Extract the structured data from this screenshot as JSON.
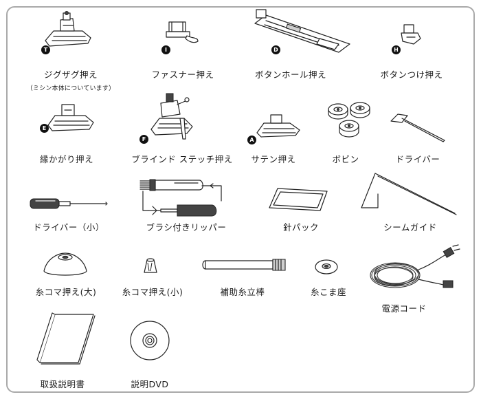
{
  "items": {
    "zigzag_foot": {
      "label": "ジグザグ押え",
      "note": "（ミシン本体についています）",
      "badge": "T"
    },
    "zipper_foot": {
      "label": "ファスナー押え",
      "badge": "I"
    },
    "buttonhole_foot": {
      "label": "ボタンホール押え",
      "badge": "D"
    },
    "button_sewing_foot": {
      "label": "ボタンつけ押え",
      "badge": "H"
    },
    "overcasting_foot": {
      "label": "縁かがり押え",
      "badge": "E"
    },
    "blind_stitch_foot": {
      "label": "ブラインド ステッチ押え",
      "badge": "F"
    },
    "satin_foot": {
      "label": "サテン押え",
      "badge": "A"
    },
    "bobbins": {
      "label": "ボビン"
    },
    "screwdriver_disc": {
      "label": "ドライバー"
    },
    "screwdriver_small": {
      "label": "ドライバー（小）"
    },
    "brush_seam_ripper": {
      "label": "ブラシ付きリッパー"
    },
    "needle_pack": {
      "label": "針パック"
    },
    "seam_guide": {
      "label": "シームガイド"
    },
    "spool_cap_large": {
      "label": "糸コマ押え(大)"
    },
    "spool_cap_small": {
      "label": "糸コマ押え(小)"
    },
    "aux_spool_pin": {
      "label": "補助糸立棒"
    },
    "spool_felt": {
      "label": "糸こま座"
    },
    "power_cord": {
      "label": "電源コード"
    },
    "manual": {
      "label": "取扱説明書"
    },
    "dvd": {
      "label": "説明DVD"
    }
  }
}
